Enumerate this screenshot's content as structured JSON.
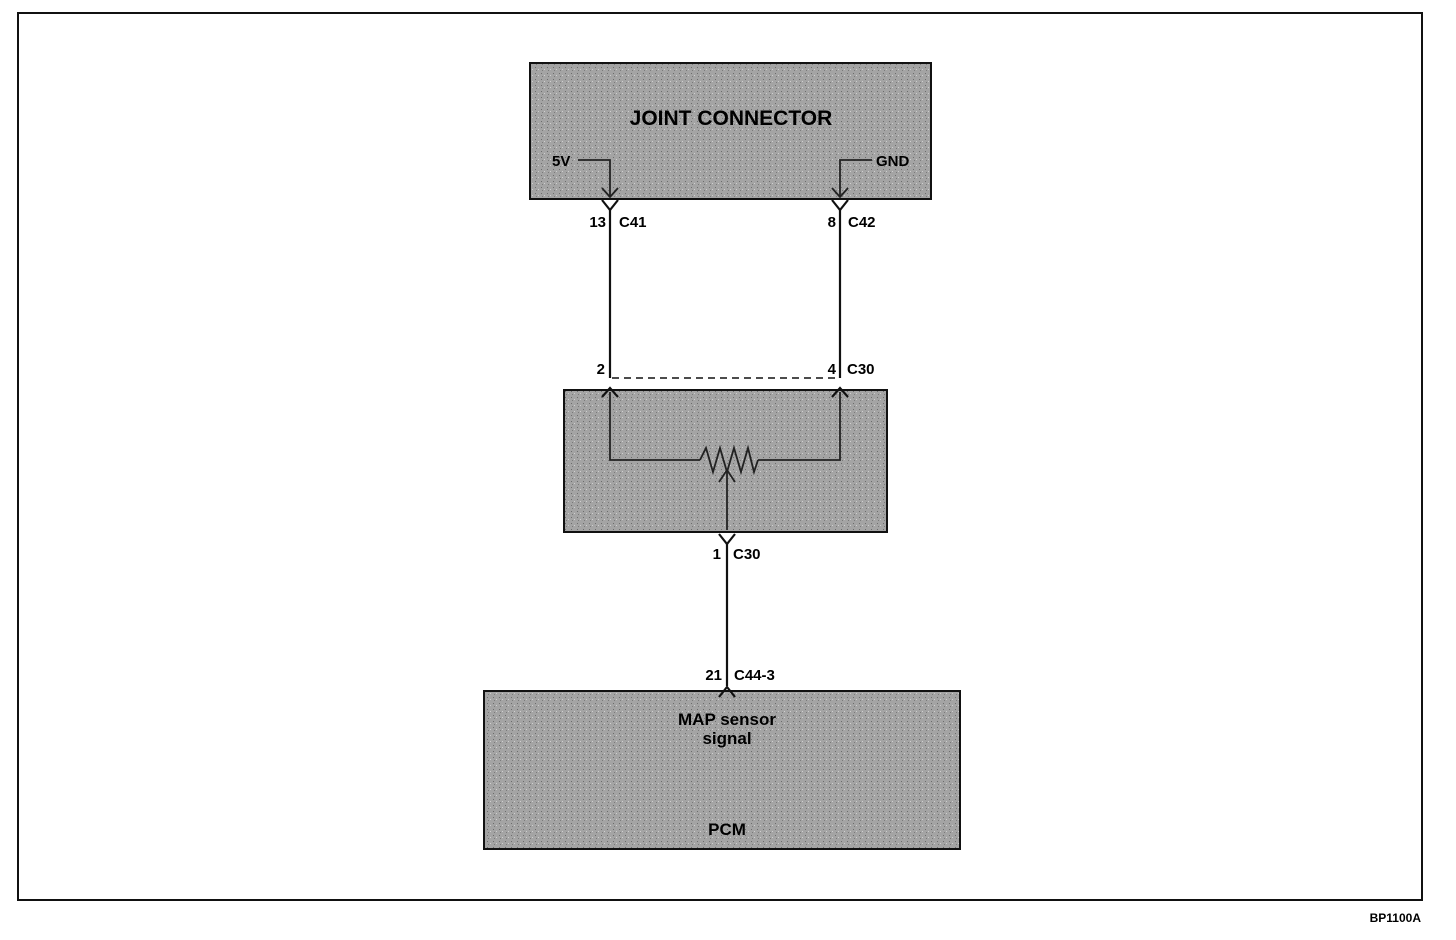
{
  "colors": {
    "component_fill": "#a4a4a4",
    "line": "#111111",
    "background": "#ffffff"
  },
  "joint_connector": {
    "title": "JOINT CONNECTOR",
    "left_terminal": "5V",
    "right_terminal": "GND"
  },
  "connectors": {
    "c41": {
      "pin": "13",
      "name": "C41"
    },
    "c42": {
      "pin": "8",
      "name": "C42"
    },
    "c30_top_left": {
      "pin": "2"
    },
    "c30_top_right": {
      "pin": "4",
      "name": "C30"
    },
    "c30_bottom": {
      "pin": "1",
      "name": "C30"
    },
    "c44": {
      "pin": "21",
      "name": "C44-3"
    }
  },
  "pcm": {
    "signal_line1": "MAP sensor",
    "signal_line2": "signal",
    "name": "PCM"
  },
  "figure_code": "BP1100A"
}
